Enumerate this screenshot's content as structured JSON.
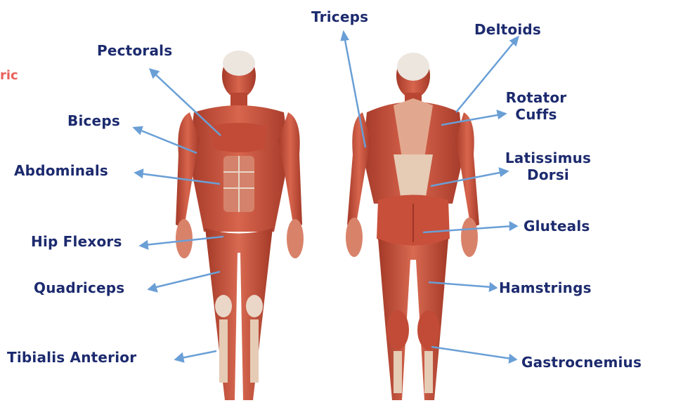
{
  "corner_text": "ric",
  "colors": {
    "label": "#1c2a6e",
    "arrow": "#6a9fd6",
    "muscle": "#c9523f",
    "muscle_dark": "#9e3526",
    "tendon": "#e9d6c6",
    "skull": "#ece6df"
  },
  "labels": {
    "pectorals": "Pectorals",
    "biceps": "Biceps",
    "abdominals": "Abdominals",
    "hip_flexors": "Hip Flexors",
    "quadriceps": "Quadriceps",
    "tibialis_anterior": "Tibialis Anterior",
    "triceps": "Triceps",
    "deltoids": "Deltoids",
    "rotator_cuffs_1": "Rotator",
    "rotator_cuffs_2": "Cuffs",
    "latissimus_1": "Latissimus",
    "latissimus_2": "Dorsi",
    "gluteals": "Gluteals",
    "hamstrings": "Hamstrings",
    "gastrocnemius": "Gastrocnemius"
  }
}
